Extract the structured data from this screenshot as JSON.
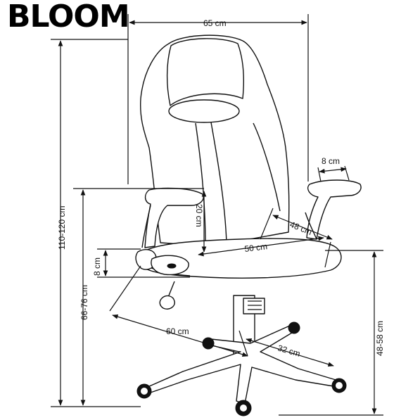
{
  "title": "BLOOM",
  "dimensions": {
    "overall_width": "65 cm",
    "overall_height": "110-120 cm",
    "seat_height": "48-58 cm",
    "armrest_height": "66-76 cm",
    "armrest_width": "8 cm",
    "armrest_to_seat": "20 cm",
    "seat_thickness": "8 cm",
    "seat_width": "50 cm",
    "seat_depth": "48 cm",
    "base_depth": "60 cm",
    "base_radius": "32 cm"
  }
}
